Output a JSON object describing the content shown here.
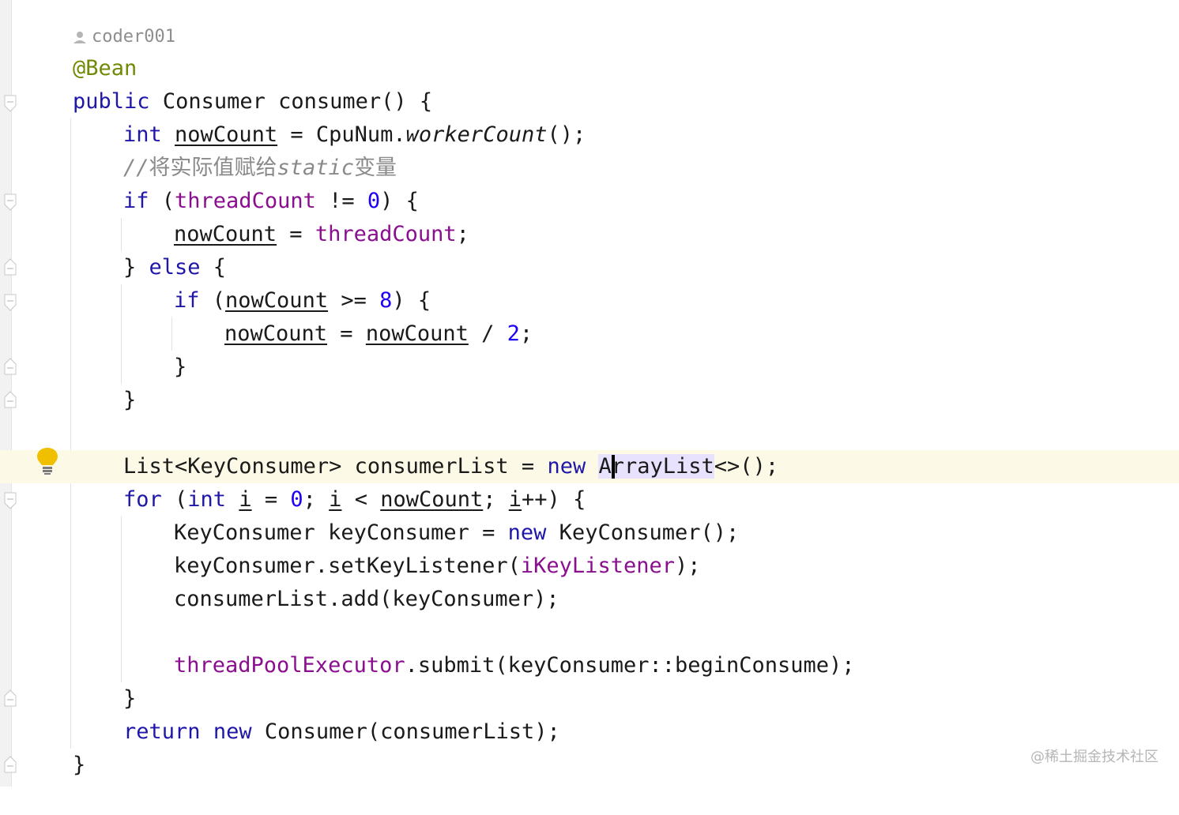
{
  "editor": {
    "author": "coder001",
    "annotation": "@Bean",
    "method": {
      "modifier": "public",
      "return_type": "Consumer",
      "signature": "consumer() {"
    },
    "lines": {
      "l3": {
        "kw": "int",
        "var": "nowCount",
        "eq": " = CpuNum.",
        "method": "workerCount",
        "tail": "();"
      },
      "l4": {
        "slashes": "//",
        "cn1": "将实际值赋给",
        "static": "static",
        "cn2": "变量"
      },
      "l5": {
        "kw": "if",
        "open": " (",
        "field": "threadCount",
        "op": " != ",
        "num": "0",
        "close": ") {"
      },
      "l6": {
        "var": "nowCount",
        "eq": " = ",
        "field": "threadCount",
        "end": ";"
      },
      "l7": {
        "brace": "} ",
        "kw": "else",
        "end": " {"
      },
      "l8": {
        "kw": "if",
        "open": " (",
        "var": "nowCount",
        "op": " >= ",
        "num": "8",
        "close": ") {"
      },
      "l9": {
        "var1": "nowCount",
        "eq": " = ",
        "var2": "nowCount",
        "op": " / ",
        "num": "2",
        "end": ";"
      },
      "l10": {
        "brace": "}"
      },
      "l11": {
        "brace": "}"
      },
      "l13": {
        "pre": "List<KeyConsumer> consumerList = ",
        "kw": "new",
        "sp": " ",
        "a": "A",
        "rest": "rrayList",
        "tail": "<>();"
      },
      "l14": {
        "kw": "for",
        "open": " (",
        "kw2": "int",
        "sp": " ",
        "v1": "i",
        "m1": " = ",
        "n0": "0",
        "m2": "; ",
        "v2": "i",
        "m3": " < ",
        "v3": "nowCount",
        "m4": "; ",
        "v4": "i",
        "end": "++) {"
      },
      "l15": {
        "pre": "KeyConsumer keyConsumer = ",
        "kw": "new",
        "post": " KeyConsumer();"
      },
      "l16": {
        "pre": "keyConsumer.setKeyListener(",
        "field": "iKeyListener",
        "end": ");"
      },
      "l17": {
        "text": "consumerList.add(keyConsumer);"
      },
      "l19": {
        "field": "threadPoolExecutor",
        "rest": ".submit(keyConsumer::beginConsume);"
      },
      "l20": {
        "brace": "}"
      },
      "l21": {
        "kw": "return",
        "sp": " ",
        "kw2": "new",
        "rest": " Consumer(consumerList);"
      },
      "l22": {
        "brace": "}"
      }
    }
  },
  "watermark": "@稀土掘金技术社区",
  "colors": {
    "keyword": "#1f17a7",
    "annotation": "#708a07",
    "field": "#8a0f8f",
    "number": "#1d00f5",
    "comment": "#8a8a8a",
    "current_line": "#fcfae6",
    "bulb": "#f0c000"
  },
  "icons": [
    "user-icon",
    "fold-icon",
    "lightbulb-icon"
  ]
}
